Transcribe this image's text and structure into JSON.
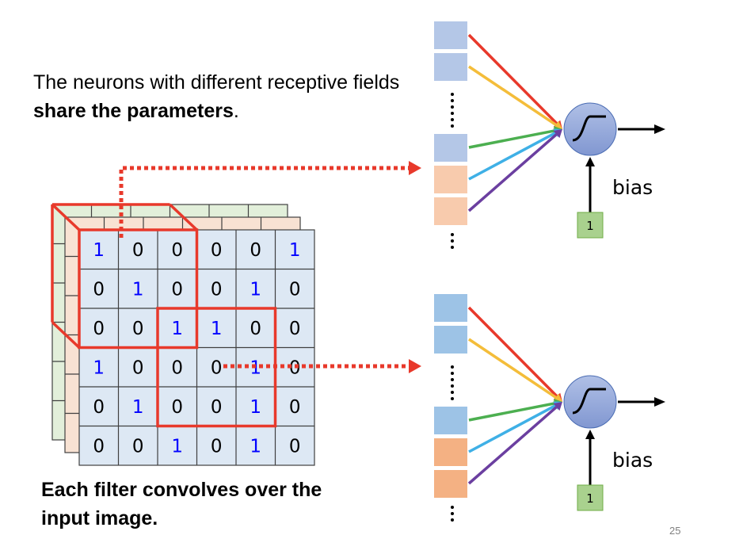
{
  "slide": {
    "page_number": "25",
    "top_caption": {
      "normal": "The neurons with different receptive fields ",
      "bold": "share the parameters",
      "end": "."
    },
    "bottom_caption": "Each filter convolves over the input image."
  },
  "input_image": {
    "rows": [
      [
        "1",
        "0",
        "0",
        "0",
        "0",
        "1"
      ],
      [
        "0",
        "1",
        "0",
        "0",
        "1",
        "0"
      ],
      [
        "0",
        "0",
        "1",
        "1",
        "0",
        "0"
      ],
      [
        "1",
        "0",
        "0",
        "0",
        "1",
        "0"
      ],
      [
        "0",
        "1",
        "0",
        "0",
        "1",
        "0"
      ],
      [
        "0",
        "0",
        "1",
        "0",
        "1",
        "0"
      ]
    ],
    "highlight_value": "1",
    "channel_colors": [
      "#e2efda",
      "#f8e2d3",
      "#dde8f4"
    ],
    "receptive_fields": [
      {
        "name": "top-left",
        "row_start": 0,
        "col_start": 0,
        "size": 3
      },
      {
        "name": "center",
        "row_start": 2,
        "col_start": 2,
        "size": 3
      }
    ]
  },
  "neurons": [
    {
      "name": "neuron-top",
      "input_colors": [
        "#b4c7e7",
        "#b4c7e7",
        "#b4c7e7",
        "#f8cbad",
        "#f8cbad"
      ],
      "bias_label": "bias",
      "bias_input": "1"
    },
    {
      "name": "neuron-bottom",
      "input_colors": [
        "#9dc3e6",
        "#9dc3e6",
        "#9dc3e6",
        "#f4b183",
        "#f4b183"
      ],
      "bias_label": "bias",
      "bias_input": "1"
    }
  ],
  "colors": {
    "receptive_field": "#e8392b",
    "one_text": "#0000ff",
    "zero_text": "#000000",
    "weights": [
      "#e8392b",
      "#f4bd3a",
      "#4caf50",
      "#3fb0e6",
      "#6b3fa0"
    ],
    "neuron_fill": "#8fa6d8",
    "bias_box": "#a9d18e"
  }
}
